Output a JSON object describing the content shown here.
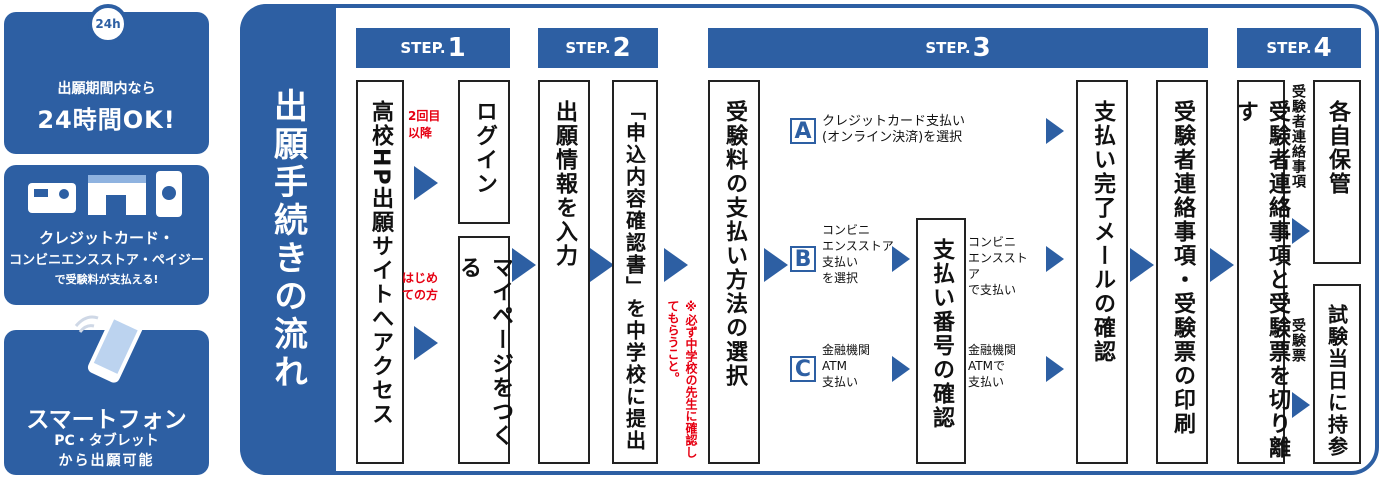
{
  "left_cards": {
    "card1": {
      "badge": "24h",
      "line1": "出願期間内なら",
      "line2": "24時間OK!"
    },
    "card2": {
      "line1": "クレジットカード・",
      "line2": "コンビニエンスストア・ペイジー",
      "line3": "で受験料が支払える!"
    },
    "card3": {
      "line1": "スマートフォン",
      "line2": "PC・タブレット",
      "line3": "から出願可能"
    }
  },
  "main": {
    "title": "出願手続きの流れ",
    "steps": [
      {
        "label": "STEP.",
        "num": "1"
      },
      {
        "label": "STEP.",
        "num": "2"
      },
      {
        "label": "STEP.",
        "num": "3"
      },
      {
        "label": "STEP.",
        "num": "4"
      }
    ],
    "boxes": {
      "access": "高校HP出願サイトへアクセス",
      "login": "ログイン",
      "mypage": "マイページをつくる",
      "input": "出願情報を入力",
      "submit": "「申込内容確認書」を中学校に提出",
      "select_pay": "受験料の支払い方法の選択",
      "pay_number": "支払い番号の確認",
      "done_mail": "支払い完了メールの確認",
      "print": "受験者連絡事項・受験票の印刷",
      "cut": "受験者連絡事項と受験票を切り離す",
      "keep": "各自保管",
      "bring": "試験当日に持参"
    },
    "notes": {
      "second": "2回目以降",
      "first": "はじめての方",
      "confirm": "※必ず中学校の先生に確認してもらうこと。"
    },
    "payment": {
      "a_letter": "A",
      "a_text1": "クレジットカード支払い",
      "a_text2": "(オンライン決済)を選択",
      "b_letter": "B",
      "b_text1": "コンビニ",
      "b_text2": "エンスストア",
      "b_text3": "支払い",
      "b_text4": "を選択",
      "c_letter": "C",
      "c_text1": "金融機関",
      "c_text2": "ATM",
      "c_text3": "支払い",
      "b_right1": "コンビニ",
      "b_right2": "エンスストア",
      "b_right3": "で支払い",
      "c_right1": "金融機関",
      "c_right2": "ATMで",
      "c_right3": "支払い"
    },
    "step4_labels": {
      "upper": "受験者連絡事項",
      "lower": "受験票"
    }
  },
  "colors": {
    "brand": "#2d5fa3",
    "note": "#e60012"
  }
}
